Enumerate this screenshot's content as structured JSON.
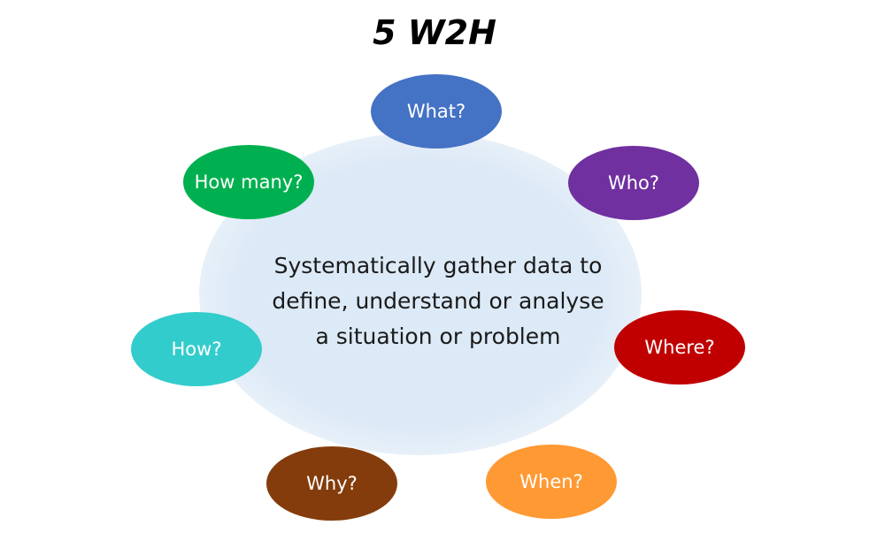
{
  "title": "5 W2H",
  "center_text": [
    "Systematically gather data to",
    "define, understand or analyse",
    "a situation or problem"
  ],
  "bubbles": [
    {
      "label": "What?",
      "color": "#4472c4"
    },
    {
      "label": "Who?",
      "color": "#7030a0"
    },
    {
      "label": "Where?",
      "color": "#c00000"
    },
    {
      "label": "When?",
      "color": "#ff9933"
    },
    {
      "label": "Why?",
      "color": "#843c0c"
    },
    {
      "label": "How?",
      "color": "#33cccc"
    },
    {
      "label": "How many?",
      "color": "#00b050"
    }
  ]
}
